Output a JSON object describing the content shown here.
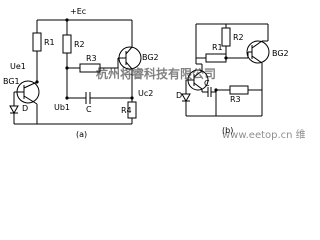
{
  "circuit_a": {
    "supply": "+Ec",
    "r1": "R1",
    "r2": "R2",
    "r3": "R3",
    "r4": "R4",
    "bg1": "BG1",
    "bg2": "BG2",
    "diode": "D",
    "cap": "C",
    "ue1": "Ue1",
    "ub1": "Ub1",
    "uc2": "Uc2",
    "caption": "(a)"
  },
  "circuit_b": {
    "r1": "R1",
    "r2": "R2",
    "r3": "R3",
    "bg2": "BG2",
    "diode": "D",
    "cap": "C",
    "caption": "(b)"
  },
  "watermark": {
    "center": "杭州将睿科技有限公司",
    "corner": "www.eetop.cn 维库"
  }
}
